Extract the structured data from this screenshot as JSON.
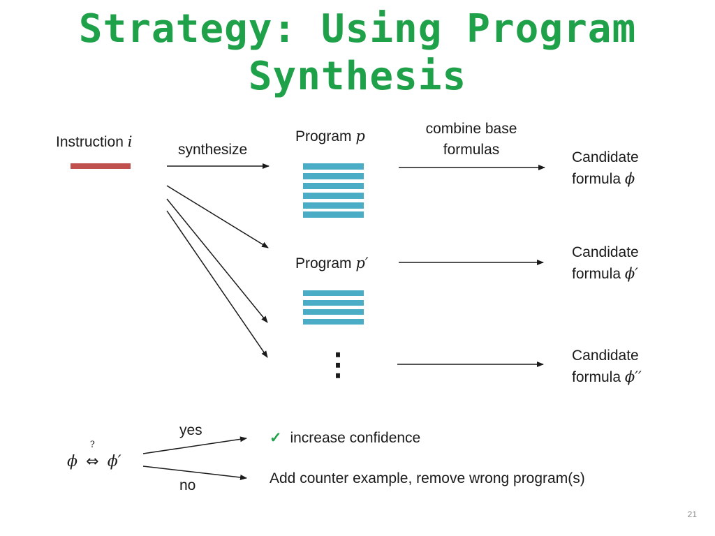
{
  "title": {
    "line1": "Strategy: Using Program",
    "line2": "Synthesis"
  },
  "instruction": {
    "label": "Instruction ",
    "var": "i"
  },
  "edge_labels": {
    "synthesize": "synthesize",
    "combine_line1": "combine base",
    "combine_line2": "formulas"
  },
  "programs": [
    {
      "label": "Program ",
      "var": "p"
    },
    {
      "label": "Program ",
      "var": "p′"
    }
  ],
  "ellipsis": "⋮",
  "candidates": [
    {
      "line1": "Candidate",
      "line2": "formula ",
      "var": "ϕ"
    },
    {
      "line1": "Candidate",
      "line2": "formula ",
      "var": "ϕ′"
    },
    {
      "line1": "Candidate",
      "line2": "formula ",
      "var": "ϕ′′"
    }
  ],
  "equivalence": {
    "lhs": "ϕ",
    "op": "⇔",
    "question": "?",
    "rhs": "ϕ′",
    "yes": "yes",
    "no": "no",
    "yes_check": "✓",
    "yes_result": "increase confidence",
    "no_result": "Add counter example, remove wrong program(s)"
  },
  "page_number": "21",
  "colors": {
    "title": "#1fa14a",
    "instruction_bar": "#c0504d",
    "program_stripes": "#4bacc6",
    "check": "#1fa14a"
  }
}
